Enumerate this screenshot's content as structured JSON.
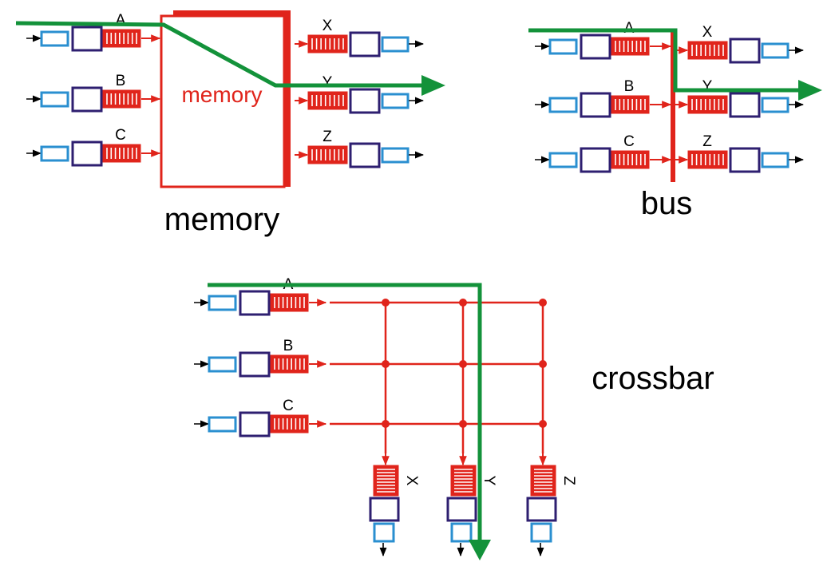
{
  "colors": {
    "fabric": "#e0241b",
    "path": "#13923a",
    "input_box": "#2a8fd0",
    "port_box": "#2e1f70",
    "arrow": "#000000"
  },
  "panels": {
    "memory": {
      "caption": "memory",
      "inner_label": "memory",
      "inputs": [
        "A",
        "B",
        "C"
      ],
      "outputs": [
        "X",
        "Y",
        "Z"
      ]
    },
    "bus": {
      "caption": "bus",
      "inputs": [
        "A",
        "B",
        "C"
      ],
      "outputs": [
        "X",
        "Y",
        "Z"
      ]
    },
    "crossbar": {
      "caption": "crossbar",
      "inputs": [
        "A",
        "B",
        "C"
      ],
      "outputs": [
        "X",
        "Y",
        "Z"
      ]
    }
  }
}
